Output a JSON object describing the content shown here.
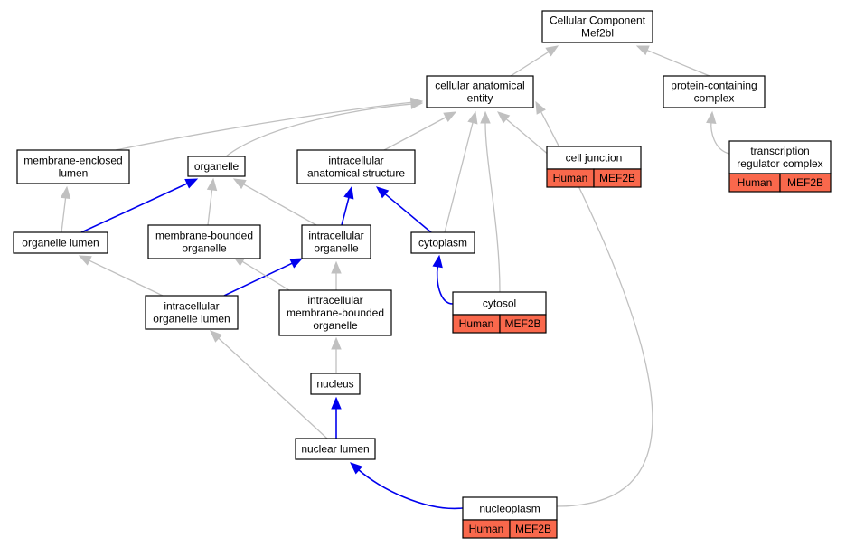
{
  "colors": {
    "is_a_edge": "#c0c0c0",
    "part_of_edge": "#0000ee",
    "annotation_fill": "#f9684c",
    "node_fill": "#ffffff"
  },
  "nodes": {
    "root": [
      "Cellular Component",
      "Mef2bl"
    ],
    "cae": [
      "cellular anatomical",
      "entity"
    ],
    "pcc": [
      "protein-containing",
      "complex"
    ],
    "trc": [
      "transcription",
      "regulator complex"
    ],
    "mel": [
      "membrane-enclosed",
      "lumen"
    ],
    "org": [
      "organelle"
    ],
    "ias": [
      "intracellular",
      "anatomical structure"
    ],
    "cj": [
      "cell junction"
    ],
    "ol": [
      "organelle lumen"
    ],
    "mbo": [
      "membrane-bounded",
      "organelle"
    ],
    "io": [
      "intracellular",
      "organelle"
    ],
    "cyto": [
      "cytoplasm"
    ],
    "iol": [
      "intracellular",
      "organelle lumen"
    ],
    "imbo": [
      "intracellular",
      "membrane-bounded",
      "organelle"
    ],
    "cytosol": [
      "cytosol"
    ],
    "nuc": [
      "nucleus"
    ],
    "nl": [
      "nuclear lumen"
    ],
    "np": [
      "nucleoplasm"
    ]
  },
  "annotations": {
    "cj": [
      "Human",
      "MEF2B"
    ],
    "trc": [
      "Human",
      "MEF2B"
    ],
    "cytosol": [
      "Human",
      "MEF2B"
    ],
    "np": [
      "Human",
      "MEF2B"
    ]
  },
  "edges": [
    {
      "from": "cae",
      "to": "root",
      "type": "is_a"
    },
    {
      "from": "pcc",
      "to": "root",
      "type": "is_a"
    },
    {
      "from": "trc",
      "to": "pcc",
      "type": "is_a"
    },
    {
      "from": "mel",
      "to": "cae",
      "type": "is_a"
    },
    {
      "from": "org",
      "to": "cae",
      "type": "is_a"
    },
    {
      "from": "ias",
      "to": "cae",
      "type": "is_a"
    },
    {
      "from": "cj",
      "to": "cae",
      "type": "is_a"
    },
    {
      "from": "cyto",
      "to": "cae",
      "type": "is_a"
    },
    {
      "from": "cytosol",
      "to": "cae",
      "type": "is_a"
    },
    {
      "from": "np",
      "to": "cae",
      "type": "is_a"
    },
    {
      "from": "ol",
      "to": "mel",
      "type": "is_a"
    },
    {
      "from": "ol",
      "to": "org",
      "type": "part_of"
    },
    {
      "from": "mbo",
      "to": "org",
      "type": "is_a"
    },
    {
      "from": "io",
      "to": "org",
      "type": "is_a"
    },
    {
      "from": "io",
      "to": "ias",
      "type": "part_of"
    },
    {
      "from": "cyto",
      "to": "ias",
      "type": "part_of"
    },
    {
      "from": "iol",
      "to": "ol",
      "type": "is_a"
    },
    {
      "from": "iol",
      "to": "io",
      "type": "part_of"
    },
    {
      "from": "imbo",
      "to": "mbo",
      "type": "is_a"
    },
    {
      "from": "imbo",
      "to": "io",
      "type": "is_a"
    },
    {
      "from": "cytosol",
      "to": "cyto",
      "type": "part_of"
    },
    {
      "from": "nuc",
      "to": "imbo",
      "type": "is_a"
    },
    {
      "from": "nl",
      "to": "iol",
      "type": "is_a"
    },
    {
      "from": "nl",
      "to": "nuc",
      "type": "part_of"
    },
    {
      "from": "np",
      "to": "nl",
      "type": "part_of"
    }
  ]
}
